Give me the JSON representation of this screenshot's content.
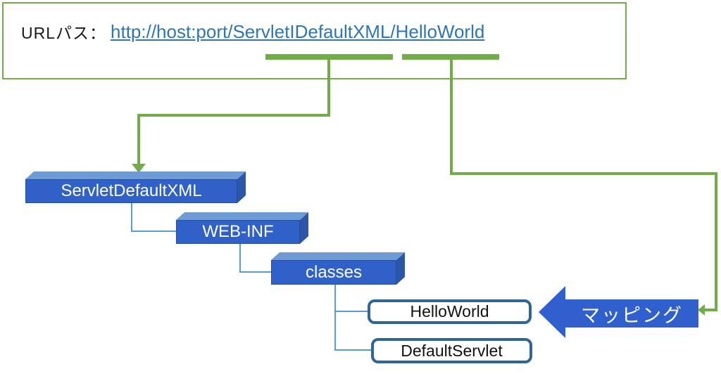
{
  "header": {
    "label": "URLパス：",
    "url": "http://host:port/ServletIDefaultXML/HelloWorld"
  },
  "tree": {
    "folders": [
      {
        "label": "ServletDefaultXML"
      },
      {
        "label": "WEB-INF"
      },
      {
        "label": "classes"
      }
    ],
    "files": [
      {
        "label": "HelloWorld"
      },
      {
        "label": "DefaultServlet"
      }
    ]
  },
  "mapping": {
    "label": "マッピング"
  },
  "colors": {
    "green": "#70AD47",
    "folder_front": "#3061C8",
    "folder_top": "#6F9BD4",
    "folder_side": "#2C56A8",
    "connector": "#5B9BD5",
    "file_border": "#2F6699",
    "arrow_fill": "#3060CE",
    "link": "#2E75B6",
    "text_dark": "#1a1a1a"
  }
}
